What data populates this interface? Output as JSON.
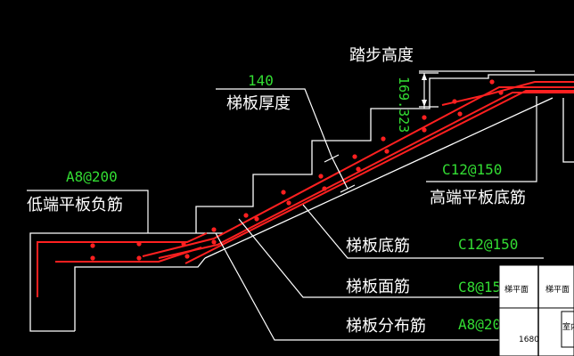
{
  "colors": {
    "background": "#000000",
    "outline": "#ffffff",
    "rebar": "#ff2020",
    "dimension_text": "#33dd33",
    "label_text": "#ffffff"
  },
  "labels": {
    "step_height": "踏步高度",
    "step_height_value": "169.323",
    "slab_thickness_value": "140",
    "slab_thickness": "梯板厚度",
    "low_neg_code": "A8@200",
    "low_neg": "低端平板负筋",
    "high_bottom_code": "C12@150",
    "high_bottom": "高端平板底筋",
    "slab_bottom": "梯板底筋",
    "slab_bottom_code": "C12@150",
    "slab_top": "梯板面筋",
    "slab_top_code": "C8@15",
    "slab_dist": "梯板分布筋",
    "slab_dist_code": "A8@20"
  },
  "inset": {
    "cell_1": "梯平面",
    "cell_2": "梯平面",
    "cell_3": "1680",
    "cell_4": "室内"
  }
}
